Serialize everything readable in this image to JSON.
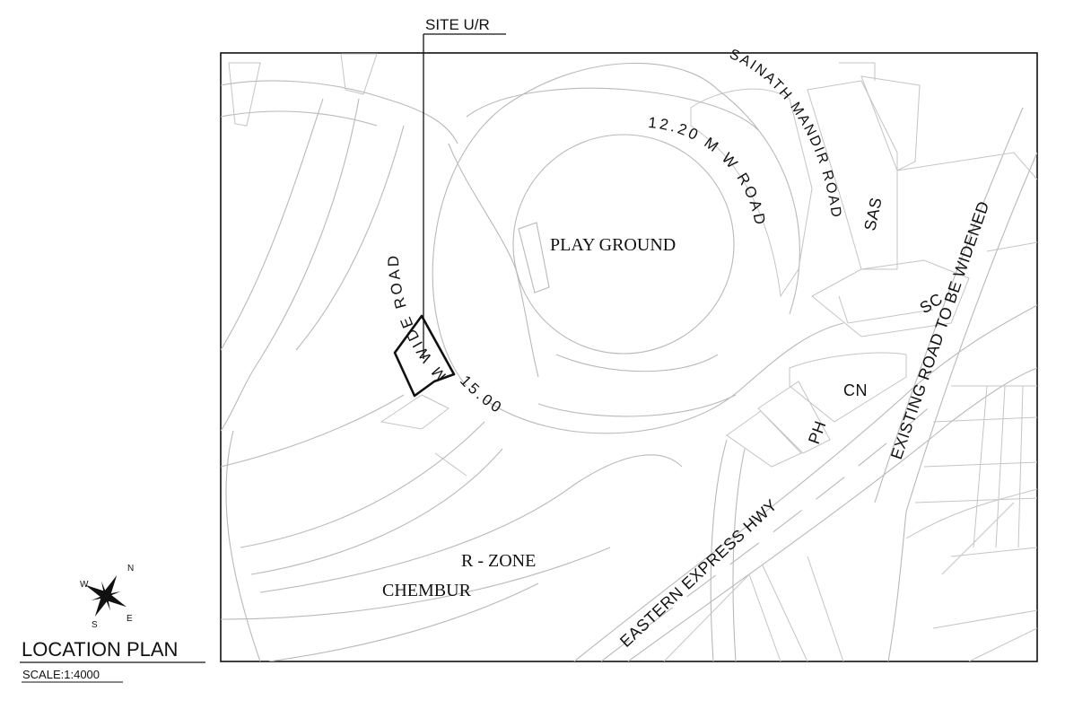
{
  "map": {
    "site_label": "SITE U/R",
    "title": "LOCATION PLAN",
    "scale": "SCALE:1:4000",
    "labels": {
      "play_ground": "PLAY GROUND",
      "ring_road_inner": "12.20 M W ROAD",
      "ring_road_outer_west": "M WIDE ROAD",
      "ring_road_outer_south": "15.00",
      "sainath_mandir_road": "SAINATH MANDIR ROAD",
      "sas": "SAS",
      "sc": "SC",
      "cn": "CN",
      "ph": "PH",
      "existing_road": "EXISTING ROAD TO BE WIDENED",
      "eastern_express_hwy": "EASTERN EXPRESS HWY",
      "r_zone": "R - ZONE",
      "chembur": "CHEMBUR"
    },
    "compass": {
      "n": "N",
      "s": "S",
      "e": "E",
      "w": "W"
    }
  }
}
